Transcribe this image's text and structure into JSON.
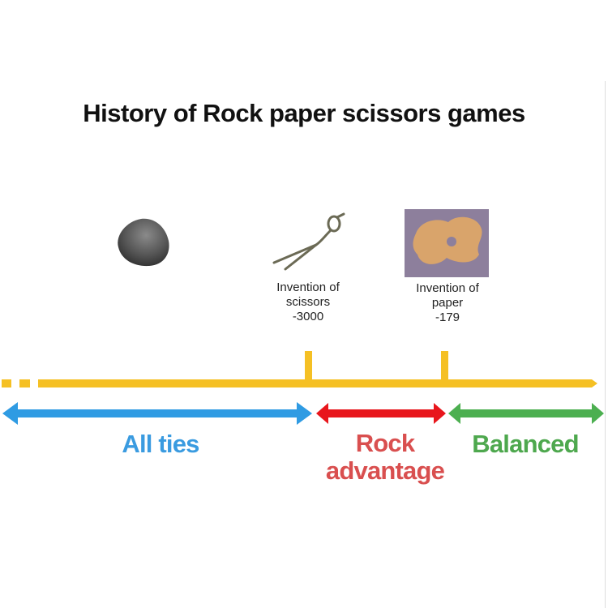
{
  "title": "History of Rock paper scissors games",
  "events": [
    {
      "label": "Invention of",
      "item": "scissors",
      "year": "-3000"
    },
    {
      "label": "Invention of",
      "item": "paper",
      "year": "-179"
    }
  ],
  "periods": [
    {
      "line1": "All ties",
      "line2": "",
      "color": "#2f9be3"
    },
    {
      "line1": "Rock",
      "line2": "advantage",
      "color": "#e8161c"
    },
    {
      "line1": "Balanced",
      "line2": "",
      "color": "#4caf50"
    }
  ],
  "timeline_color": "#f5c024"
}
